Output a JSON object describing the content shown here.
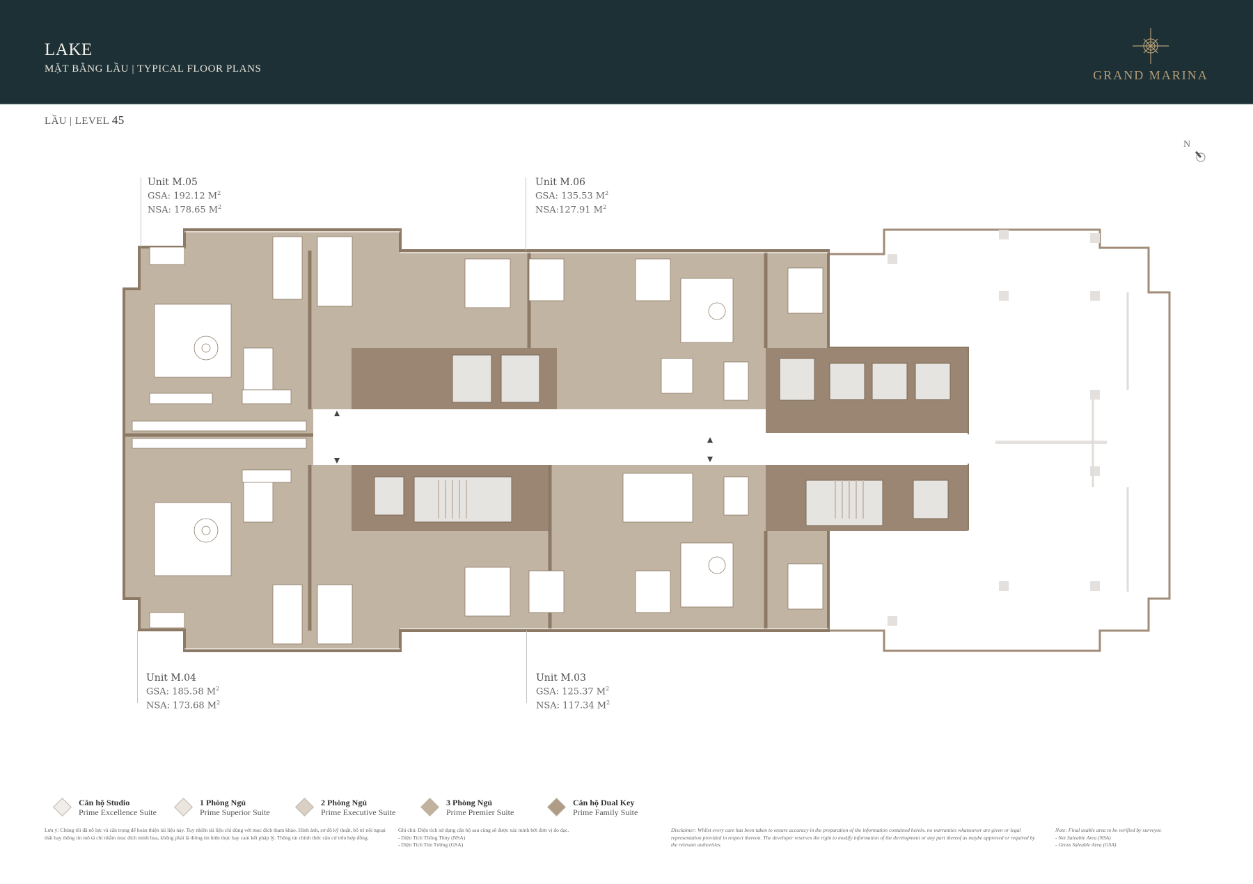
{
  "header": {
    "title": "LAKE",
    "subtitle": "MẶT BẰNG LẦU  |  TYPICAL FLOOR PLANS",
    "brand": "GRAND MARINA",
    "brand_icon": "compass-rose-icon",
    "colors": {
      "background": "#1c3036",
      "brand_gold": "#b59c76",
      "text": "#f1efe8"
    }
  },
  "level": {
    "label": "LẦU | LEVEL",
    "number": "45"
  },
  "compass": {
    "label": "N",
    "icon": "north-arrow-icon"
  },
  "units": [
    {
      "id": "M.05",
      "name": "Unit M.05",
      "gsa": "GSA: 192.12  M",
      "nsa": "NSA: 178.65 M",
      "unit_sup": "2"
    },
    {
      "id": "M.06",
      "name": "Unit M.06",
      "gsa": "GSA: 135.53  M",
      "nsa": "NSA:127.91    M",
      "unit_sup": "2"
    },
    {
      "id": "M.04",
      "name": "Unit M.04",
      "gsa": "GSA: 185.58 M",
      "nsa": "NSA: 173.68 M",
      "unit_sup": "2"
    },
    {
      "id": "M.03",
      "name": "Unit M.03",
      "gsa": "GSA: 125.37  M",
      "nsa": "NSA: 117.34   M",
      "unit_sup": "2"
    }
  ],
  "legend": [
    {
      "vi": "Căn hộ Studio",
      "en": "Prime Excellence Suite",
      "color": "#f1eeea"
    },
    {
      "vi": "1 Phòng Ngủ",
      "en": "Prime Superior Suite",
      "color": "#ebe5df"
    },
    {
      "vi": "2 Phòng Ngủ",
      "en": "Prime Executive Suite",
      "color": "#d9cfc5"
    },
    {
      "vi": "3 Phòng Ngủ",
      "en": "Prime Premier Suite",
      "color": "#c2b19c"
    },
    {
      "vi": "Căn hộ Dual Key",
      "en": "Prime Family Suite",
      "color": "#b09b86"
    }
  ],
  "notes": {
    "vi_disclaimer": "Lưu ý: Chúng tôi đã nỗ lực và cẩn trọng để hoàn thiện tài liệu này. Tuy nhiên tài liệu chỉ dùng với mục đích tham khảo. Hình ảnh, sơ đồ kỹ thuật, bố trí nội ngoại thất hay thông tin mô tả chỉ nhằm mục đích minh họa, không phải là thông tin hiện thực hay cam kết pháp lý. Thông tin chính thức căn cứ trên hợp đồng.",
    "vi_area_title": "Ghi chú: Diện tích sử dụng căn hộ sau cùng sẽ được xác minh bởi đơn vị đo đạc.",
    "vi_area_nsa": "- Diện Tích Thông Thủy (NSA)",
    "vi_area_gsa": "- Diện Tích Tim Tường (GSA)",
    "en_disclaimer": "Disclaimer: Whilst every care has been taken to ensure accuracy in the preparation of the information contained herein, no warranties whatsoever are given or legal representation provided in respect thereon. The developer reserves the right to modify information of the development or any part thereof as maybe approved or required by the relevant authorities.",
    "en_area_title": "Note: Final usable area to be verified by surveyor.",
    "en_area_nsa": "- Net Saleable Area (NSA)",
    "en_area_gsa": "- Gross Saleable Area (GSA)"
  },
  "plan_colors": {
    "floor": "#c2b4a3",
    "wall": "#8c7a66",
    "core": "#9a8672",
    "room_white": "#ffffff",
    "void": "#ececea"
  }
}
